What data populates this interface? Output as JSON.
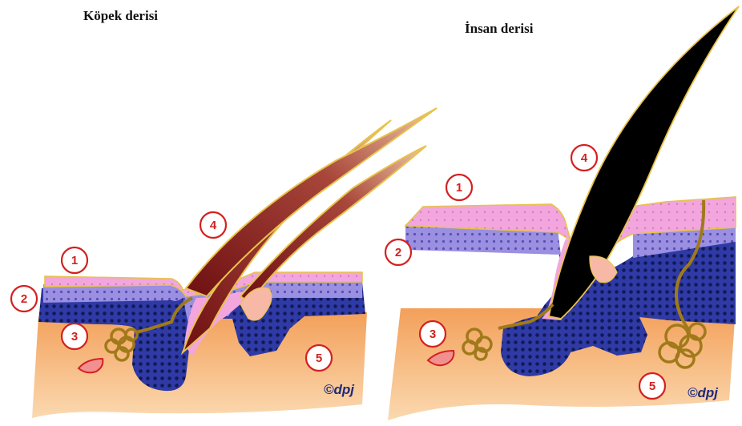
{
  "titles": {
    "dog": "Köpek derisi",
    "human": "İnsan derisi"
  },
  "callouts": {
    "dog": [
      "1",
      "2",
      "3",
      "4",
      "5"
    ],
    "human": [
      "1",
      "2",
      "3",
      "4",
      "5"
    ]
  },
  "signature": "©dpj",
  "colors": {
    "stratum_corneum": "#f2a6dd",
    "stratum_lavender": "#9a8fe0",
    "basal_blue": "#2f3aa6",
    "dermis": "#f7b56b",
    "dog_hair": "#8a1c1c",
    "human_hair": "#000000",
    "outline_gold": "#e8c24a",
    "callout_red": "#d42020"
  }
}
